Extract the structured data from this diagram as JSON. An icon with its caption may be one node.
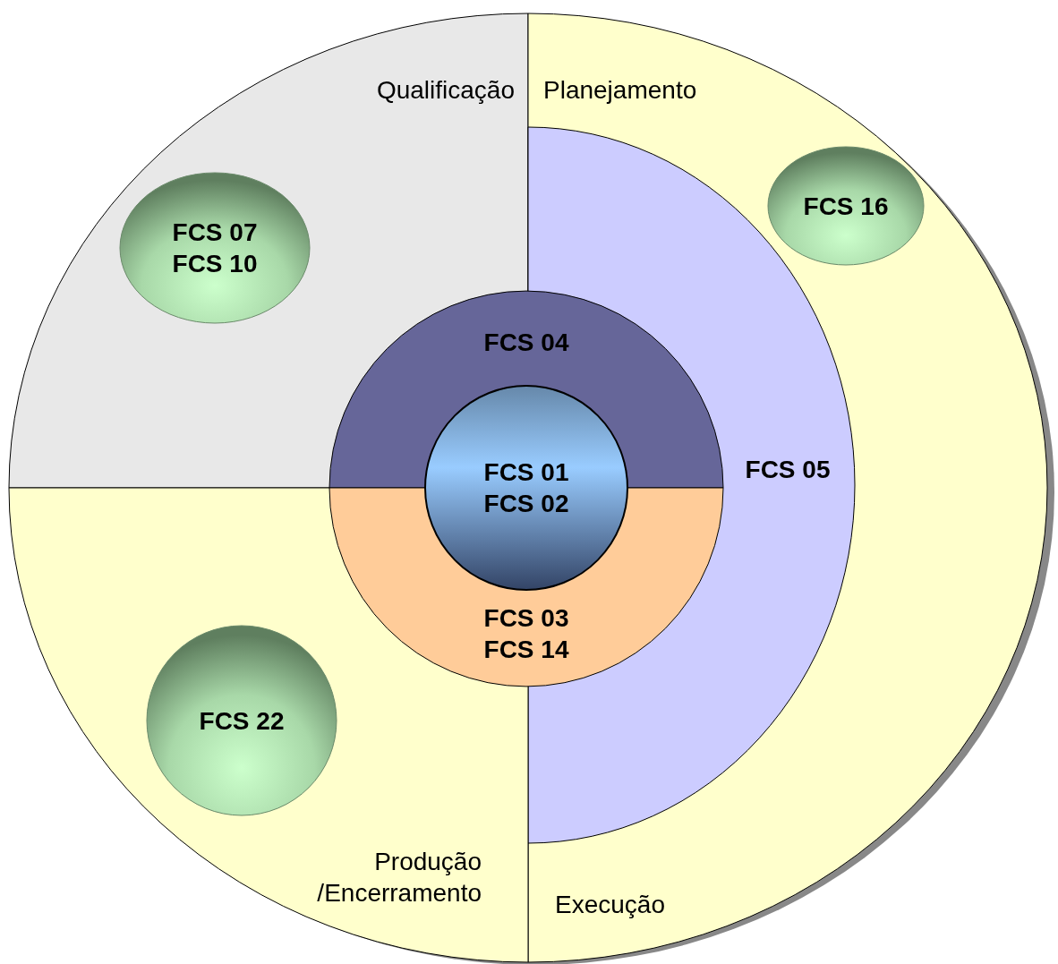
{
  "diagram": {
    "nodes": [
      {
        "text": [
          "Qualificação"
        ]
      },
      {
        "text": [
          "FCS 07 FCS 10"
        ],
        "in": 0
      },
      {
        "text": [
          "Planejamento",
          "Execução"
        ]
      },
      {
        "text": [
          "FCS 16"
        ],
        "in": 2
      },
      {
        "text": [
          "FCS 05"
        ],
        "in": 2
      },
      {
        "text": [
          "Produção /Encerramento"
        ]
      },
      {
        "text": [
          "FCS 22"
        ],
        "in": 5
      },
      {
        "text": [
          "FCS 04"
        ]
      },
      {
        "text": [
          "FCS 03 FCS 14"
        ]
      },
      {
        "text": [
          "FCS 01 FCS 02"
        ]
      }
    ]
  }
}
